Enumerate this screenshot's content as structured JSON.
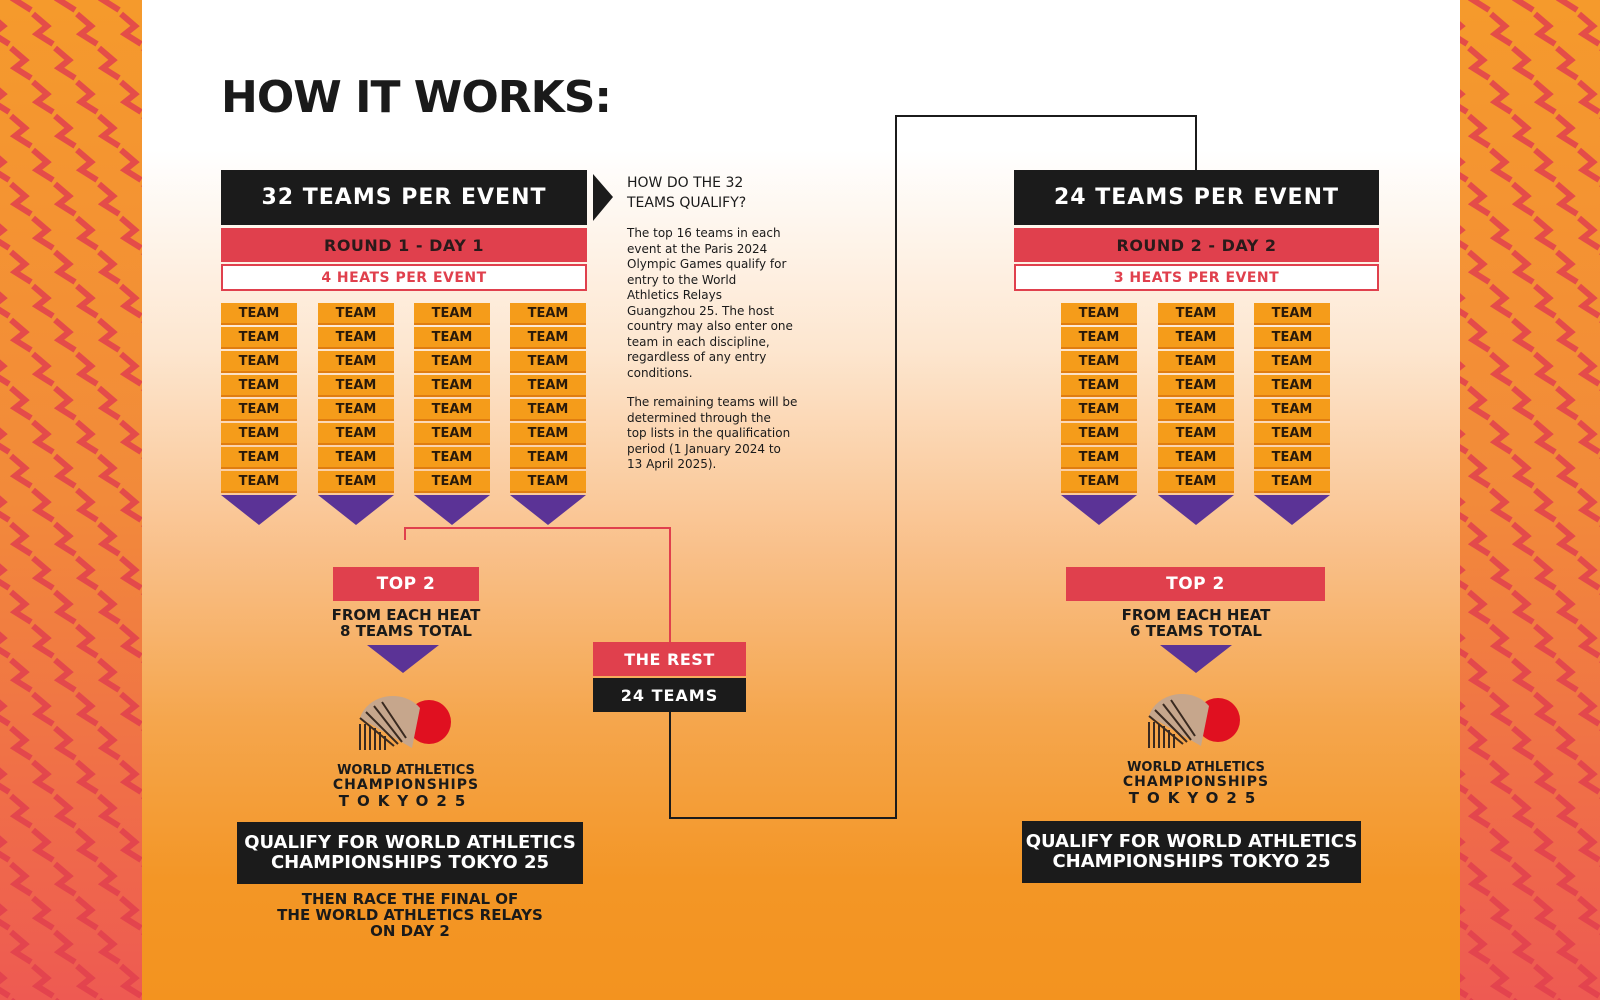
{
  "title": "HOW IT WORKS:",
  "round1": {
    "header": "32 TEAMS PER EVENT",
    "round": "ROUND 1 - DAY 1",
    "heats": "4 HEATS PER EVENT",
    "team_label": "TEAM",
    "top": {
      "label": "TOP 2",
      "line1": "FROM EACH HEAT",
      "line2": "8 TEAMS TOTAL"
    },
    "qualify": {
      "line1": "QUALIFY FOR WORLD ATHLETICS",
      "line2": "CHAMPIONSHIPS TOKYO 25"
    },
    "final_note": {
      "line1": "THEN RACE THE FINAL OF",
      "line2": "THE WORLD ATHLETICS RELAYS",
      "line3": "ON DAY 2"
    }
  },
  "rest": {
    "label": "THE REST",
    "count": "24 TEAMS"
  },
  "info": {
    "question_line1": "HOW DO THE 32",
    "question_line2": "TEAMS QUALIFY?",
    "para1": [
      "The top 16 teams in each",
      "event at the Paris 2024",
      "Olympic Games qualify for",
      "entry to the World",
      "Athletics Relays",
      "Guangzhou 25. The host",
      "country may also enter one",
      "team in each discipline,",
      "regardless of any entry",
      "conditions."
    ],
    "para2": [
      "The remaining teams will be",
      "determined through the",
      "top lists in the qualification",
      "period (1 January 2024 to",
      "13 April 2025)."
    ]
  },
  "round2": {
    "header": "24 TEAMS PER EVENT",
    "round": "ROUND 2 - DAY 2",
    "heats": "3 HEATS PER EVENT",
    "team_label": "TEAM",
    "top": {
      "label": "TOP 2",
      "line1": "FROM EACH HEAT",
      "line2": "6 TEAMS TOTAL"
    },
    "qualify": {
      "line1": "QUALIFY FOR WORLD ATHLETICS",
      "line2": "CHAMPIONSHIPS TOKYO 25"
    }
  },
  "logo": {
    "line1": "WORLD ATHLETICS",
    "line2": "CHAMPIONSHIPS",
    "line3": "TOKYO25"
  },
  "colors": {
    "orange": "#f59c1a",
    "red": "#e0404d",
    "purple": "#5b3396",
    "black": "#1b1b1b"
  }
}
